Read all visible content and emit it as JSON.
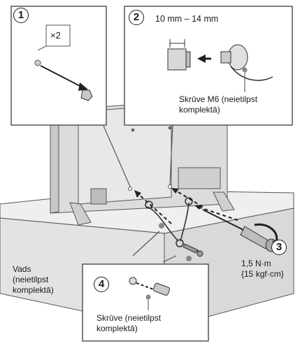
{
  "steps": {
    "s1": "1",
    "s2": "2",
    "s3": "3",
    "s4": "4"
  },
  "labels": {
    "times_two": "×2",
    "distance": "10 mm – 14 mm",
    "screw_m6_line1": "Skrūve M6 (neietilpst",
    "screw_m6_line2": "komplektā)",
    "torque_line1": "1,5 N·m",
    "torque_line2": "{15 kgf·cm}",
    "cord_line1": "Vads",
    "cord_line2": "(neietilpst",
    "cord_line3": "komplektā)",
    "screw_line1": "Skrūve (neietilpst",
    "screw_line2": "komplektā)"
  }
}
